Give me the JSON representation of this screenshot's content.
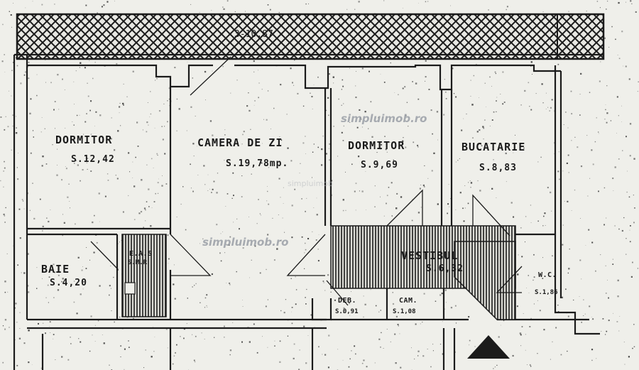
{
  "balcony": {
    "label": "3-10,87"
  },
  "rooms": {
    "dormitor1": {
      "name": "DORMITOR",
      "area": "S.12,42"
    },
    "camera": {
      "name": "CAMERA DE ZI",
      "area": "S.19,78mp."
    },
    "dormitor2": {
      "name": "DORMITOR",
      "area": "S.9,69"
    },
    "bucatarie": {
      "name": "BUCATARIE",
      "area": "S.8,83"
    },
    "baie": {
      "name": "BAIE",
      "area": "S.4,20"
    },
    "vestibul": {
      "name": "VESTIBUL",
      "area": "S.6,32"
    },
    "wc": {
      "name": "W.C.",
      "area": "S.1,86"
    },
    "deb": {
      "name": "DEB.",
      "area": "S.0,91"
    },
    "cam": {
      "name": "CAM.",
      "area": "S.1,08"
    },
    "eas": {
      "name": "E.A.S",
      "area": "S.M.R"
    }
  },
  "watermarks": {
    "w1": "simpluimob.ro",
    "w2": "simpluimob.ro",
    "w3": "simpluimob"
  },
  "colors": {
    "ink": "#1b1b1b",
    "paper": "#efefea",
    "watermark": "#9a9fa6"
  }
}
